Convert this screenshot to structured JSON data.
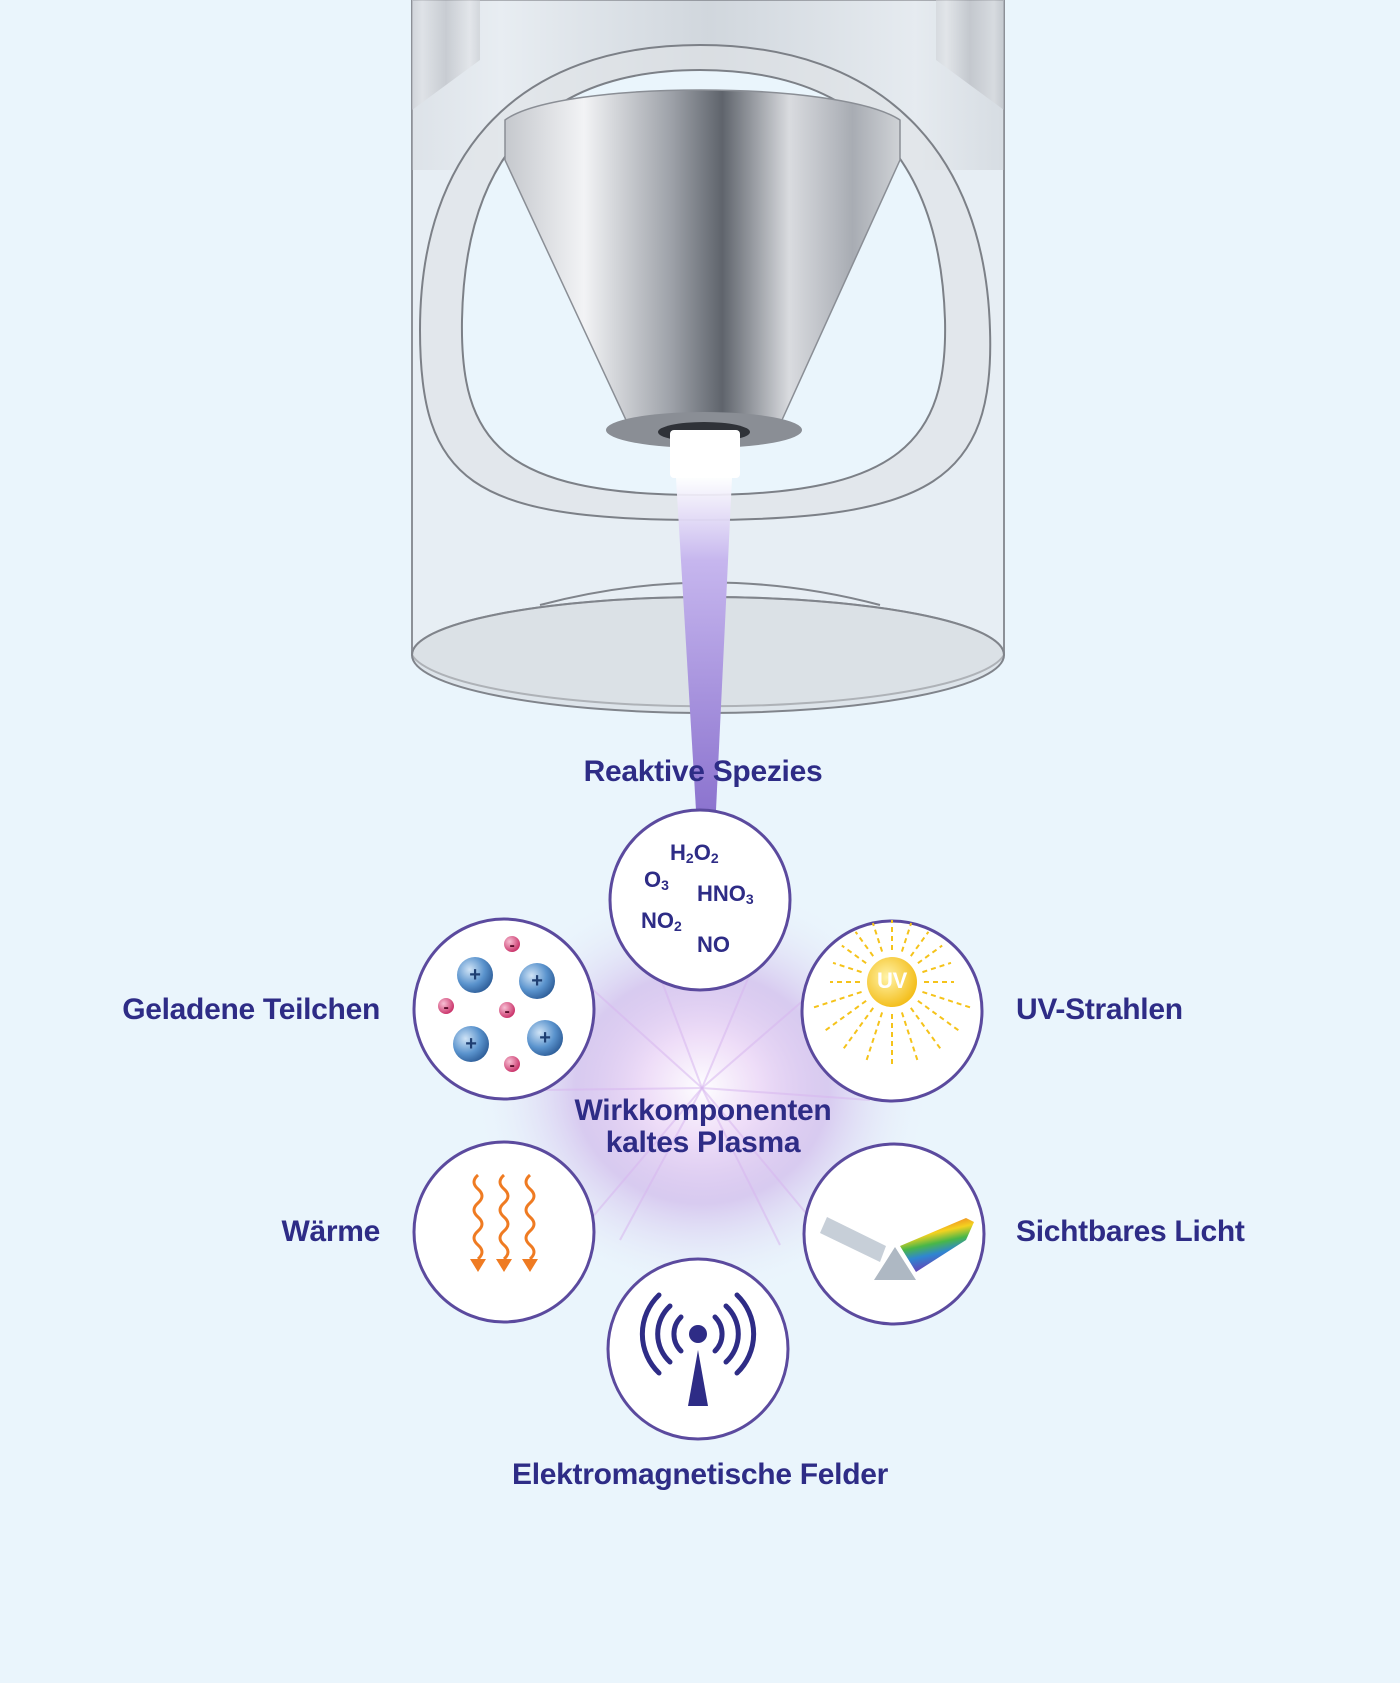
{
  "colors": {
    "background": "#eaf5fc",
    "label_text": "#2e2c86",
    "circle_border": "#5b4a9e",
    "plasma_beam": "#9b84d6",
    "uv_sun": "#f5c31a",
    "heat_arrows": "#ef7b22",
    "positive_particle": "#4b86c5",
    "negative_particle": "#d9437b"
  },
  "labels": {
    "reactive": "Reaktive Spezies",
    "charged": "Geladene Teilchen",
    "uv": "UV-Strahlen",
    "heat": "Wärme",
    "visible_light": "Sichtbares Licht",
    "em_fields": "Elektromagnetische Felder",
    "center_line1": "Wirkkomponenten",
    "center_line2": "kaltes Plasma"
  },
  "chemicals": [
    {
      "base": "H",
      "sub": "2",
      "base2": "O",
      "sub2": "2"
    },
    {
      "base": "O",
      "sub": "3"
    },
    {
      "base": "HNO",
      "sub": "3"
    },
    {
      "base": "NO",
      "sub": "2"
    },
    {
      "base": "NO"
    }
  ],
  "uv_badge": "UV",
  "particle_signs": {
    "positive": "+",
    "negative": "-"
  },
  "icons": {
    "nozzle": "plasma-nozzle-icon",
    "charged": "charged-particles-icon",
    "uv": "sun-icon",
    "heat": "wavy-arrows-icon",
    "visible_light": "prism-icon",
    "em_fields": "antenna-icon"
  }
}
